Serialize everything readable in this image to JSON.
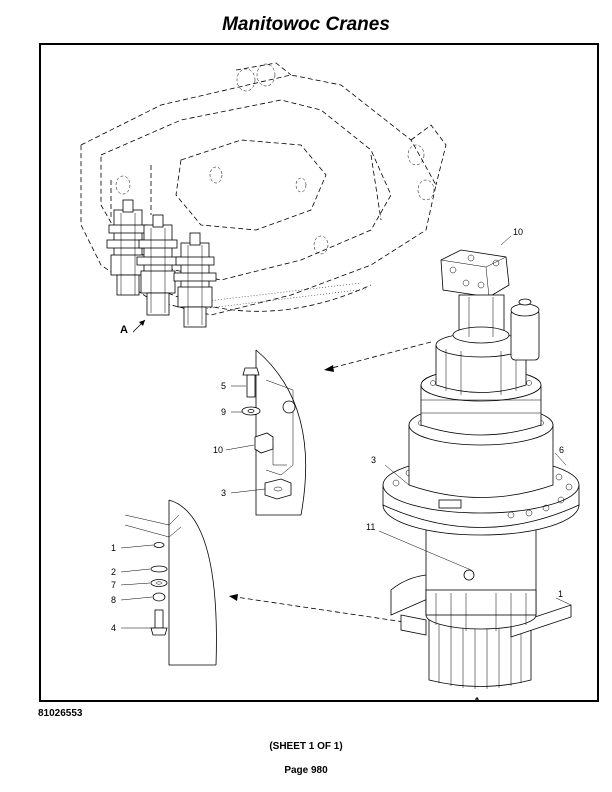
{
  "header": {
    "title": "Manitowoc Cranes"
  },
  "diagram": {
    "view_marker": "A",
    "detail_upper_callouts": [
      "5",
      "9",
      "10",
      "3"
    ],
    "detail_lower_callouts": [
      "1",
      "2",
      "7",
      "8",
      "4"
    ],
    "main_assembly_callouts": [
      "10",
      "3",
      "6",
      "11",
      "1"
    ],
    "main_view_letter": "A"
  },
  "footer": {
    "drawing_number": "81026553",
    "sheet": "(SHEET 1 OF 1)",
    "page": "Page 980"
  }
}
